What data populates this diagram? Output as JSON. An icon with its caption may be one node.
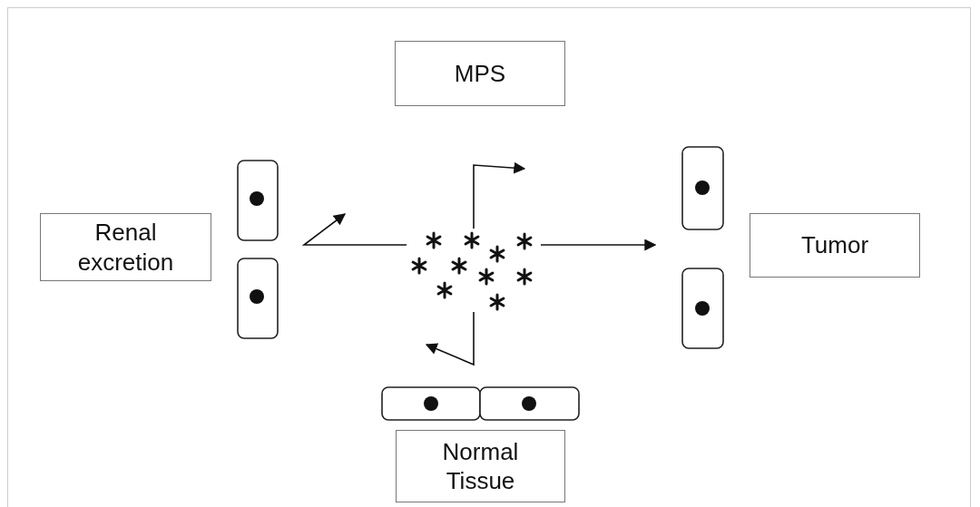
{
  "diagram": {
    "nodes": [
      {
        "text": [
          "MPS"
        ]
      },
      {
        "text": [
          "Renal excretion"
        ]
      },
      {
        "text": [],
        "shape": "asterisks"
      },
      {
        "text": [
          "Tumor"
        ]
      },
      {
        "text": [
          "Normal Tissue"
        ]
      }
    ],
    "edges": [
      {
        "from": 2,
        "to": null,
        "arrow": "to"
      },
      {
        "from": 2,
        "to": null,
        "arrow": "to"
      },
      {
        "from": 2,
        "to": null,
        "arrow": "to"
      },
      {
        "from": 2,
        "to": null,
        "arrow": "to"
      }
    ]
  }
}
